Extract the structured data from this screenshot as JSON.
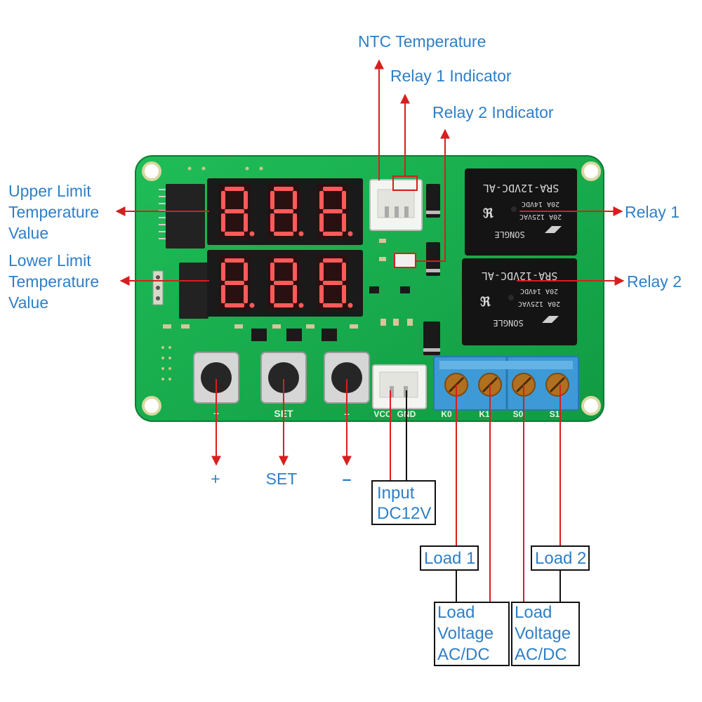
{
  "labels": {
    "ntc_temperature": "NTC Temperature",
    "relay1_indicator": "Relay 1 Indicator",
    "relay2_indicator": "Relay 2 Indicator",
    "upper_limit": [
      "Upper Limit",
      "Temperature",
      "Value"
    ],
    "lower_limit": [
      "Lower Limit",
      "Temperature",
      "Value"
    ],
    "relay1": "Relay 1",
    "relay2": "Relay 2",
    "plus": "+",
    "set": "SET",
    "minus": "–",
    "input": [
      "Input",
      "DC12V"
    ],
    "load1": "Load 1",
    "load2": "Load 2",
    "load_voltage": [
      "Load",
      "Voltage",
      "AC/DC"
    ]
  },
  "board": {
    "relay_part": "SRA-12VDC-AL",
    "relay_rating1": "20A 14VDC",
    "relay_rating2": "20A 125VAC",
    "relay_brand": "SONGLE",
    "terminal_labels": [
      "K0",
      "K1",
      "S0",
      "S1"
    ],
    "power_labels": [
      "VCC",
      "GND"
    ],
    "button_labels": [
      "+",
      "SET",
      "–"
    ],
    "display_digits": "8.8.8."
  },
  "colors": {
    "pcb": "#17b24f",
    "label": "#2f7fc7",
    "arrow": "#d81e1e",
    "terminal": "#3d9ad6",
    "relay": "#141414"
  }
}
